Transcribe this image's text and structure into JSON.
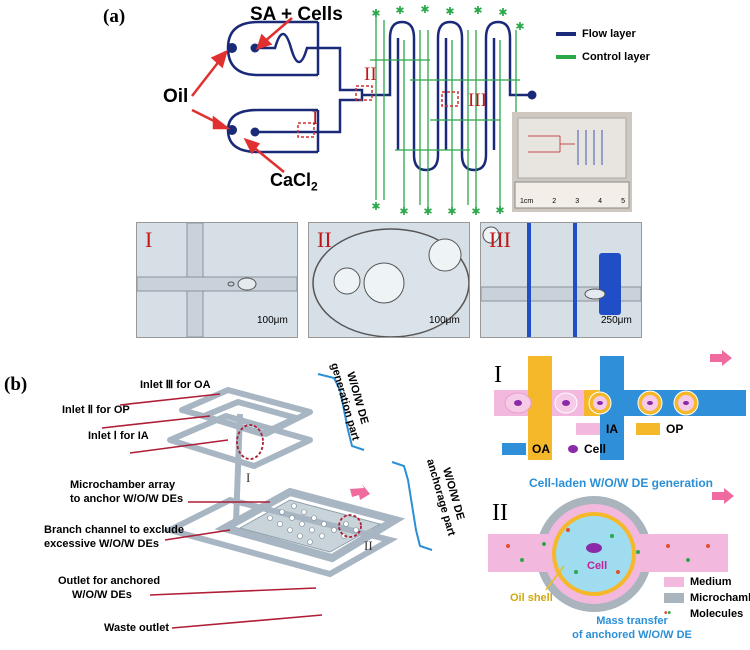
{
  "panel_a": {
    "label": "(a)",
    "labels": {
      "sa_cells": "SA + Cells",
      "oil": "Oil",
      "cacl2_main": "CaCl",
      "cacl2_sub": "2",
      "roman_i": "I",
      "roman_ii": "II",
      "roman_iii": "III"
    },
    "legend": [
      {
        "name": "Flow layer",
        "color": "#1b2a78"
      },
      {
        "name": "Control layer",
        "color": "#2aa84a"
      }
    ],
    "ruler_ticks": [
      "1cm",
      "2",
      "3",
      "4",
      "5"
    ],
    "micrographs": [
      {
        "roman": "I",
        "scale": "100μm"
      },
      {
        "roman": "II",
        "scale": "100μm"
      },
      {
        "roman": "III",
        "scale": "250μm"
      }
    ]
  },
  "panel_b": {
    "label": "(b)",
    "callouts": {
      "inlet_iii": "Inlet Ⅲ for OA",
      "inlet_ii": "Inlet Ⅱ for OP",
      "inlet_i": "Inlet Ⅰ for IA",
      "microchamber_l1": "Microchamber array",
      "microchamber_l2": "to anchor W/O/W DEs",
      "branch_l1": "Branch channel to exclude",
      "branch_l2": "excessive W/O/W DEs",
      "outlet_l1": "Outlet for anchored",
      "outlet_l2": "W/O/W DEs",
      "waste": "Waste outlet",
      "gen_l1": "W/O/W DE",
      "gen_l2": "generation part",
      "anc_l1": "W/O/W DE",
      "anc_l2": "anchorage part",
      "roman_i": "I",
      "roman_ii": "II"
    },
    "schematic_i": {
      "roman": "I",
      "legend": [
        {
          "name": "IA",
          "color": "#f2b8dd"
        },
        {
          "name": "OP",
          "color": "#f5b82a"
        },
        {
          "name": "OA",
          "color": "#2f8fd8"
        },
        {
          "name": "Cell",
          "color": "#8a2aa8"
        }
      ],
      "caption": "Cell-laden W/O/W DE generation"
    },
    "schematic_ii": {
      "roman": "II",
      "cell_label": "Cell",
      "oil_shell": "Oil shell",
      "legend": [
        {
          "name": "Medium",
          "color": "#f2b8dd"
        },
        {
          "name": "Microchamber",
          "color": "#a9b4bc"
        },
        {
          "name": "Molecules",
          "color": "#e05030"
        }
      ],
      "caption_l1": "Mass transfer",
      "caption_l2": "of anchored W/O/W DE"
    },
    "colors": {
      "callout_line": "#b01d36",
      "caption_blue": "#2a8fd6",
      "arrow_pink": "#f06aa0",
      "oil_shell_yellow": "#e8c020"
    }
  }
}
